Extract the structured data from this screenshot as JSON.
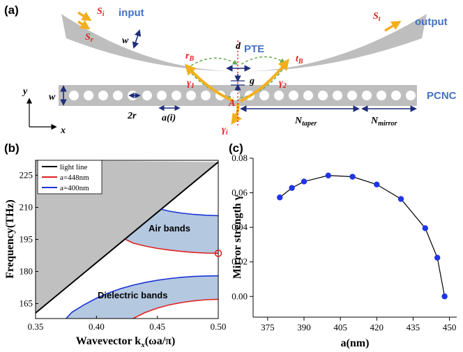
{
  "colors": {
    "waveguide": "#bebebe",
    "blue": "#4472c4",
    "red": "#e02020",
    "orange": "#f2b01e",
    "green": "#6aa84f",
    "navy": "#1f2d7a",
    "band_fill": "#b4c8e0",
    "lightcone": "#c0c0c0",
    "marker": "#2035e6"
  },
  "panel_a": {
    "label": "(a)",
    "input": "input",
    "output": "output",
    "pte": "PTE",
    "pcnc": "PCNC",
    "s_i": "S",
    "s_i_sub": "i",
    "s_r": "S",
    "s_r_sub": "r",
    "s_t": "S",
    "s_t_sub": "t",
    "w_top": "w",
    "w_bottom": "w",
    "r_b": "r",
    "r_b_sub": "B",
    "t_b": "t",
    "t_b_sub": "B",
    "gamma1": "γ",
    "gamma1_sub": "1",
    "gamma2": "γ",
    "gamma2_sub": "2",
    "gamma_i": "γ",
    "gamma_i_sub": "i",
    "d": "d",
    "g": "g",
    "A": "A",
    "two_r": "2r",
    "a_i": "a(i)",
    "n_taper": "N",
    "n_taper_sub": "taper",
    "n_mirror": "N",
    "n_mirror_sub": "mirror",
    "axis_y": "y",
    "axis_x": "x"
  },
  "chart_data": [
    {
      "id": "b",
      "label": "(b)",
      "type": "line",
      "xlabel": "Wavevector k",
      "xlabel_sub": "x",
      "xlabel_unit": "(ωa/π)",
      "ylabel": "Frequency(THz)",
      "xlim": [
        0.35,
        0.5
      ],
      "ylim": [
        158,
        232
      ],
      "xticks": [
        "0.35",
        "0.40",
        "0.45",
        "0.50"
      ],
      "yticks": [
        "165",
        "180",
        "195",
        "210",
        "225"
      ],
      "legend": {
        "position": "top-left",
        "entries": [
          "light line",
          "a=448nm",
          "a=400nm"
        ]
      },
      "annotations": [
        "Air bands",
        "Dielectric bands"
      ],
      "series": [
        {
          "name": "light line",
          "color": "#000000",
          "x": [
            0.35,
            0.5
          ],
          "y": [
            160.6,
            231.2
          ]
        },
        {
          "name": "a=448nm",
          "color": "#e02020",
          "x": [
            0.424,
            0.43,
            0.44,
            0.45,
            0.46,
            0.47,
            0.48,
            0.49,
            0.5
          ],
          "y": [
            195.0,
            193.3,
            191.9,
            190.8,
            190.0,
            189.4,
            188.9,
            188.6,
            188.5
          ]
        },
        {
          "name": "a=448nm",
          "color": "#e02020",
          "x": [
            0.43,
            0.44,
            0.45,
            0.46,
            0.47,
            0.48,
            0.49,
            0.5
          ],
          "y": [
            158.0,
            160.8,
            162.9,
            164.4,
            165.5,
            166.3,
            166.8,
            167.0
          ]
        },
        {
          "name": "a=400nm",
          "color": "#1a35d8",
          "x": [
            0.453,
            0.46,
            0.47,
            0.48,
            0.49,
            0.5
          ],
          "y": [
            209.1,
            208.2,
            207.3,
            206.7,
            206.3,
            206.1
          ]
        },
        {
          "name": "a=400nm",
          "color": "#1a35d8",
          "x": [
            0.375,
            0.38,
            0.39,
            0.4,
            0.41,
            0.42,
            0.43,
            0.44,
            0.45,
            0.46,
            0.47,
            0.48,
            0.49,
            0.5
          ],
          "y": [
            158.0,
            161.0,
            164.5,
            167.5,
            170.0,
            172.0,
            173.6,
            174.9,
            175.9,
            176.7,
            177.3,
            177.7,
            177.9,
            178.0
          ]
        }
      ],
      "marker": {
        "x": 0.5,
        "y": 188.5,
        "color": "#e02020"
      }
    },
    {
      "id": "c",
      "label": "(c)",
      "type": "scatter",
      "xlabel": "a(nm)",
      "ylabel": "Mirror strength γ",
      "xlim": [
        369,
        453
      ],
      "ylim": [
        -0.012,
        0.08
      ],
      "xticks": [
        "375",
        "390",
        "405",
        "420",
        "435",
        "450"
      ],
      "yticks": [
        "0.00",
        "0.02",
        "0.04",
        "0.06",
        "0.08"
      ],
      "x": [
        380,
        385,
        390,
        400,
        410,
        420,
        430,
        440,
        445,
        448
      ],
      "y": [
        0.0573,
        0.0628,
        0.0665,
        0.07,
        0.0693,
        0.0648,
        0.0564,
        0.0395,
        0.0224,
        0.0
      ]
    }
  ]
}
